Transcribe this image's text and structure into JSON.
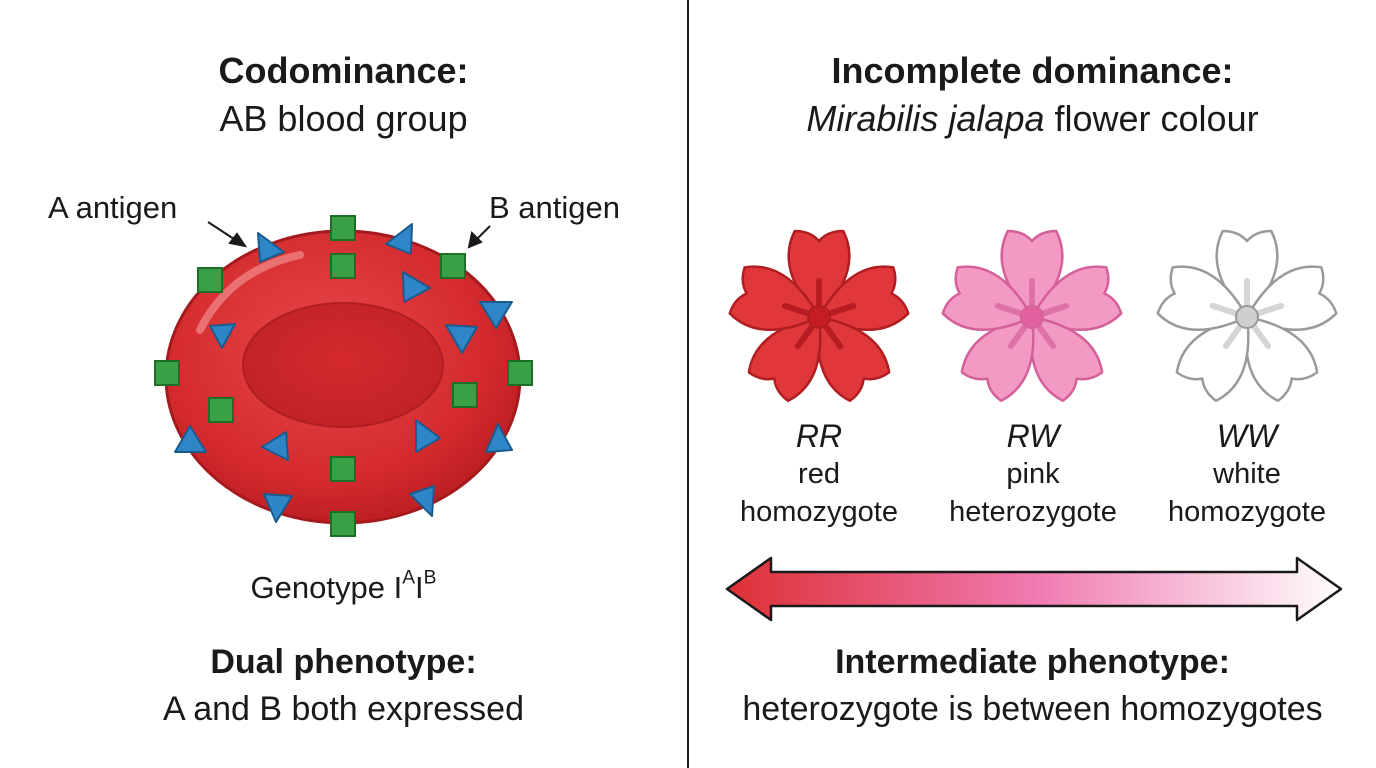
{
  "left": {
    "title": "Codominance:",
    "subtitle": "AB blood group",
    "label_a": "A antigen",
    "label_b": "B antigen",
    "genotype_prefix": "Genotype I",
    "genotype_sup1": "A",
    "genotype_mid": "I",
    "genotype_sup2": "B",
    "phenotype_title": "Dual phenotype:",
    "phenotype_desc": "A and B both expressed"
  },
  "right": {
    "title": "Incomplete dominance:",
    "subtitle_italic": "Mirabilis jalapa",
    "subtitle_rest": " flower colour",
    "flowers": [
      {
        "genotype": "RR",
        "color_name": "red",
        "zygosity": "homozygote",
        "petal": "#e0383a",
        "stroke": "#b01e22",
        "center": "#c41e24",
        "rays": "#b71c22"
      },
      {
        "genotype": "RW",
        "color_name": "pink",
        "zygosity": "heterozygote",
        "petal": "#f29ac3",
        "stroke": "#d4609a",
        "center": "#e2609e",
        "rays": "#de72a8"
      },
      {
        "genotype": "WW",
        "color_name": "white",
        "zygosity": "homozygote",
        "petal": "#ffffff",
        "stroke": "#9a9a9a",
        "center": "#cfcfcf",
        "rays": "#d5d5d5"
      }
    ],
    "phenotype_title": "Intermediate phenotype:",
    "phenotype_desc": "heterozygote is between homozygotes"
  },
  "colors": {
    "cell_red": "#d32a2d",
    "antigen_a_blue": "#2f86c6",
    "antigen_b_green": "#3aa046",
    "arrow_red": "#dd3035",
    "arrow_pink": "#f07ab0",
    "arrow_white": "#ffffff"
  }
}
